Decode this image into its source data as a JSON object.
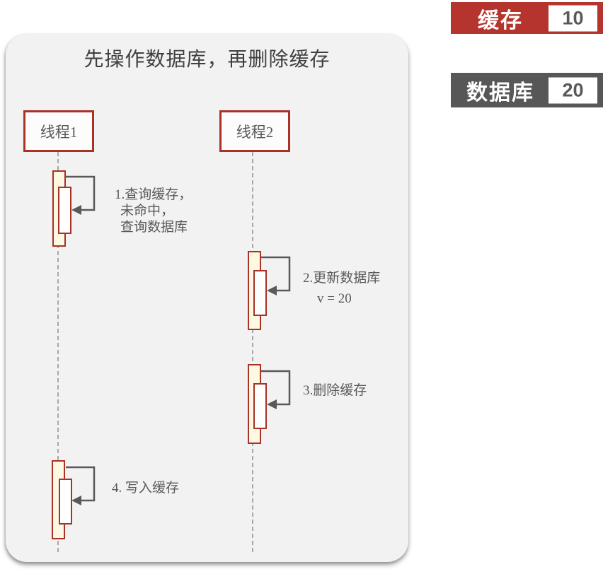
{
  "legend": [
    {
      "label": "缓存",
      "value": "10",
      "bg": "#B5352E"
    },
    {
      "label": "数据库",
      "value": "20",
      "bg": "#575757"
    }
  ],
  "diagram": {
    "title": "先操作数据库，再删除缓存",
    "actors": [
      {
        "label": "线程1"
      },
      {
        "label": "线程2"
      }
    ],
    "steps": [
      {
        "lines": [
          "1.查询缓存，",
          "未命中，",
          "查询数据库"
        ]
      },
      {
        "lines": [
          "2.更新数据库",
          "v = 20"
        ]
      },
      {
        "lines": [
          "3.删除缓存"
        ]
      },
      {
        "lines": [
          "4. 写入缓存"
        ]
      }
    ],
    "colors": {
      "panel_bg": "#F2F2F2",
      "accent_red": "#A93126",
      "legend_red": "#B5352E",
      "legend_gray": "#575757",
      "activation_fill": "#FDF8E1",
      "arrow": "#595959",
      "text": "#595959",
      "lifeline": "#A9A9A9"
    }
  }
}
